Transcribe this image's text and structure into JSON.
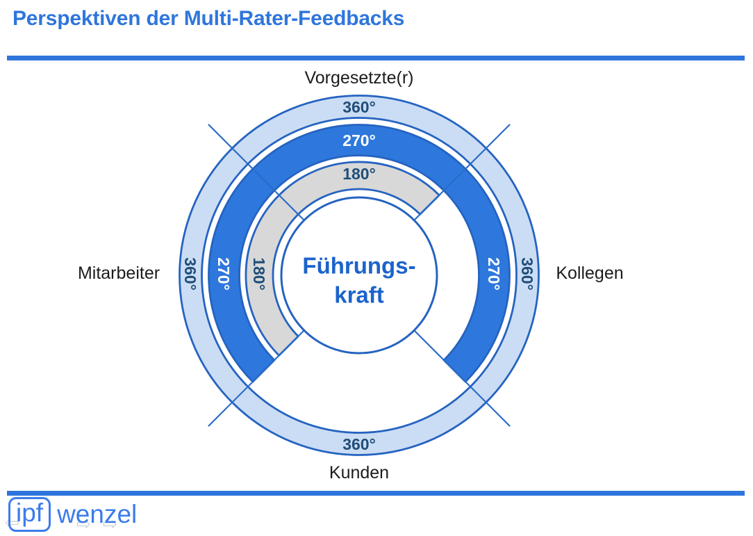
{
  "title": "Perspektiven der Multi-Rater-Feedbacks",
  "diagram": {
    "center": {
      "line1": "Führungs-",
      "line2": "kraft"
    },
    "perspectives": {
      "top": "Vorgesetzte(r)",
      "left": "Mitarbeiter",
      "right": "Kollegen",
      "bottom": "Kunden"
    },
    "ring_labels": {
      "deg180": "180°",
      "deg270": "270°",
      "deg360": "360°"
    },
    "rings": [
      {
        "label": "180°",
        "fill": "#d8d8d8",
        "covers": [
          "Vorgesetzte(r)",
          "Mitarbeiter"
        ]
      },
      {
        "label": "270°",
        "fill": "#2e78dd",
        "covers": [
          "Vorgesetzte(r)",
          "Mitarbeiter",
          "Kollegen"
        ]
      },
      {
        "label": "360°",
        "fill": "#cbddf4",
        "covers": [
          "Vorgesetzte(r)",
          "Mitarbeiter",
          "Kollegen",
          "Kunden"
        ]
      }
    ]
  },
  "logo": {
    "box": "ipf",
    "name": "wenzel"
  },
  "colors": {
    "accent": "#2f76dc",
    "ring_stroke": "#2563c0",
    "ring_blue": "#2e78dd",
    "ring_lightblue": "#cbddf4",
    "ring_gray": "#d8d8d8",
    "navy_text": "#1f4e79",
    "center_text": "#1c63cb",
    "logo_blue": "#3b7ceb"
  }
}
